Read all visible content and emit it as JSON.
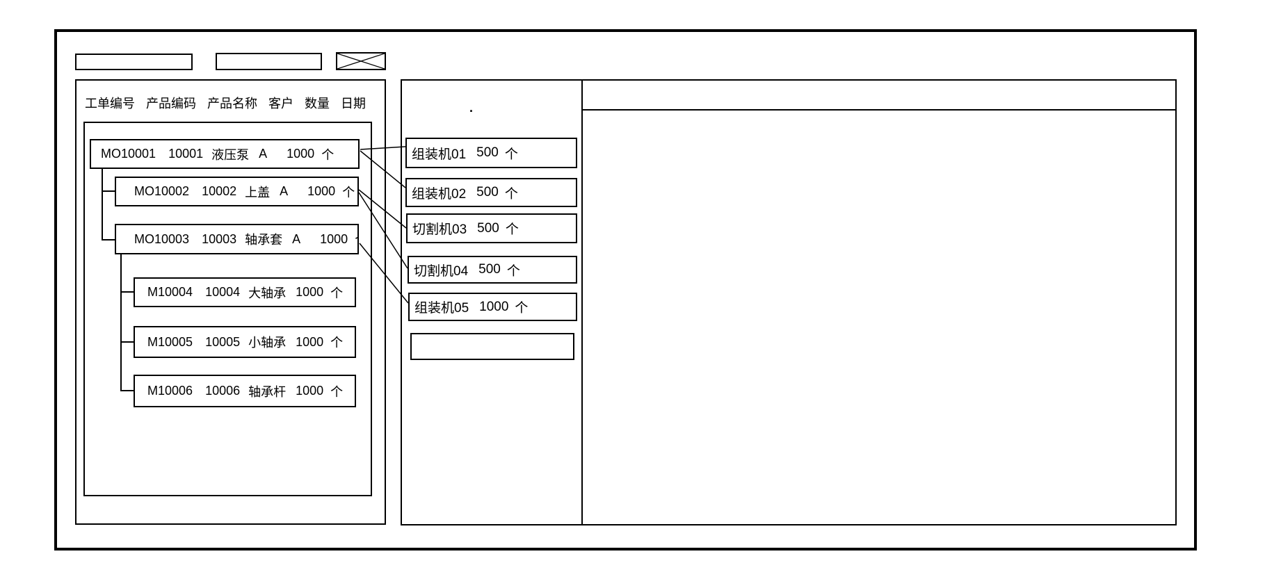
{
  "canvas": {
    "background_color": "#ffffff",
    "line_color": "#000000"
  },
  "toolbar": {
    "field1_value": "",
    "field2_value": "",
    "crossed_box": "image-placeholder"
  },
  "left_panel": {
    "columns": [
      "工单编号",
      "产品编码",
      "产品名称",
      "客户",
      "数量",
      "日期"
    ],
    "orders": [
      {
        "id": "MO10001",
        "code": "10001",
        "name": "液压泵",
        "customer": "A",
        "qty": "1000",
        "unit": "个"
      },
      {
        "id": "MO10002",
        "code": "10002",
        "name": "上盖",
        "customer": "A",
        "qty": "1000",
        "unit": "个"
      },
      {
        "id": "MO10003",
        "code": "10003",
        "name": "轴承套",
        "customer": "A",
        "qty": "1000",
        "unit": "个"
      },
      {
        "id": "M10004",
        "code": "10004",
        "name": "大轴承",
        "customer": "",
        "qty": "1000",
        "unit": "个"
      },
      {
        "id": "M10005",
        "code": "10005",
        "name": "小轴承",
        "customer": "",
        "qty": "1000",
        "unit": "个"
      },
      {
        "id": "M10006",
        "code": "10006",
        "name": "轴承杆",
        "customer": "",
        "qty": "1000",
        "unit": "个"
      }
    ]
  },
  "machine_panel": {
    "stray_dot": ".",
    "machines": [
      {
        "name": "组装机01",
        "qty": "500",
        "unit": "个"
      },
      {
        "name": "组装机02",
        "qty": "500",
        "unit": "个"
      },
      {
        "name": "切割机03",
        "qty": "500",
        "unit": "个"
      },
      {
        "name": "切割机04",
        "qty": "500",
        "unit": "个"
      },
      {
        "name": "组装机05",
        "qty": "1000",
        "unit": "个"
      },
      {
        "name": "",
        "qty": "",
        "unit": ""
      }
    ]
  },
  "right_panel": {
    "content": ""
  }
}
